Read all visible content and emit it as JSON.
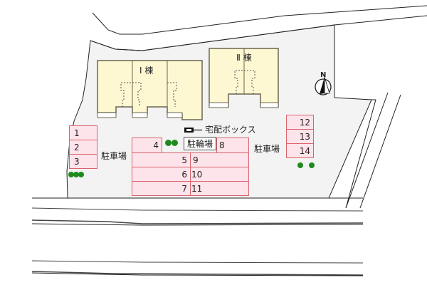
{
  "map": {
    "colors": {
      "lot_fill": "#f3f3f3",
      "building_fill": "#fdf8d2",
      "building_stroke": "#6b6550",
      "parking_fill": "#fde3ea",
      "parking_stroke": "#d9646e",
      "tree": "#1e8a1e",
      "road_line": "#222222"
    },
    "buildings": [
      {
        "id": "building-1",
        "label": "Ⅰ 棟"
      },
      {
        "id": "building-2",
        "label": "Ⅱ 棟"
      }
    ],
    "compass": {
      "label": "N"
    },
    "delivery_box": {
      "label": "宅配ボックス"
    },
    "bicycle_parking": {
      "label": "駐輪場"
    },
    "parking_labels": {
      "west": "駐車場",
      "east": "駐車場"
    },
    "parking_slots": [
      {
        "number": "1"
      },
      {
        "number": "2"
      },
      {
        "number": "3"
      },
      {
        "number": "4"
      },
      {
        "number": "5"
      },
      {
        "number": "6"
      },
      {
        "number": "7"
      },
      {
        "number": "8"
      },
      {
        "number": "9"
      },
      {
        "number": "10"
      },
      {
        "number": "11"
      },
      {
        "number": "12"
      },
      {
        "number": "13"
      },
      {
        "number": "14"
      }
    ]
  }
}
